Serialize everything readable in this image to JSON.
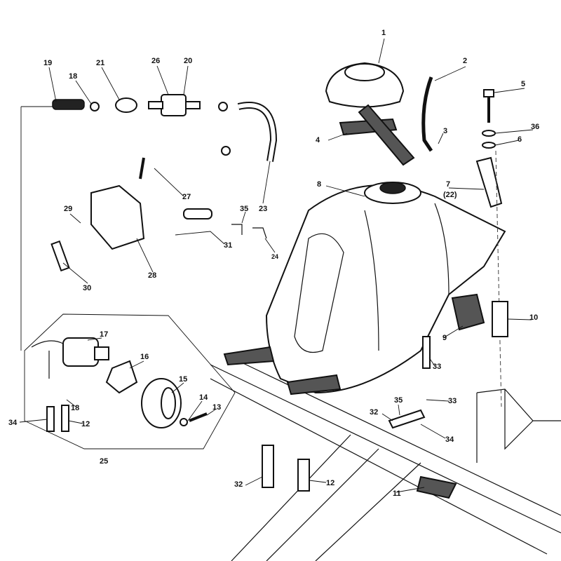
{
  "labels": {
    "l1": "1",
    "l2": "2",
    "l3": "3",
    "l4": "4",
    "l5": "5",
    "l6": "6",
    "l7": "7",
    "l7b": "(22)",
    "l8": "8",
    "l9": "9",
    "l10": "10",
    "l11": "11",
    "l12a": "12",
    "l12b": "12",
    "l13": "13",
    "l14": "14",
    "l15": "15",
    "l16": "16",
    "l17": "17",
    "l18a": "18",
    "l18b": "18",
    "l19": "19",
    "l20": "20",
    "l21": "21",
    "l23": "23",
    "l24": "24",
    "l25": "25",
    "l26": "26",
    "l27": "27",
    "l28": "28",
    "l29": "29",
    "l30": "30",
    "l31": "31",
    "l32a": "32",
    "l32b": "32",
    "l33a": "33",
    "l33b": "33",
    "l34a": "34",
    "l34b": "34",
    "l35a": "35",
    "l35b": "35",
    "l36": "36"
  }
}
